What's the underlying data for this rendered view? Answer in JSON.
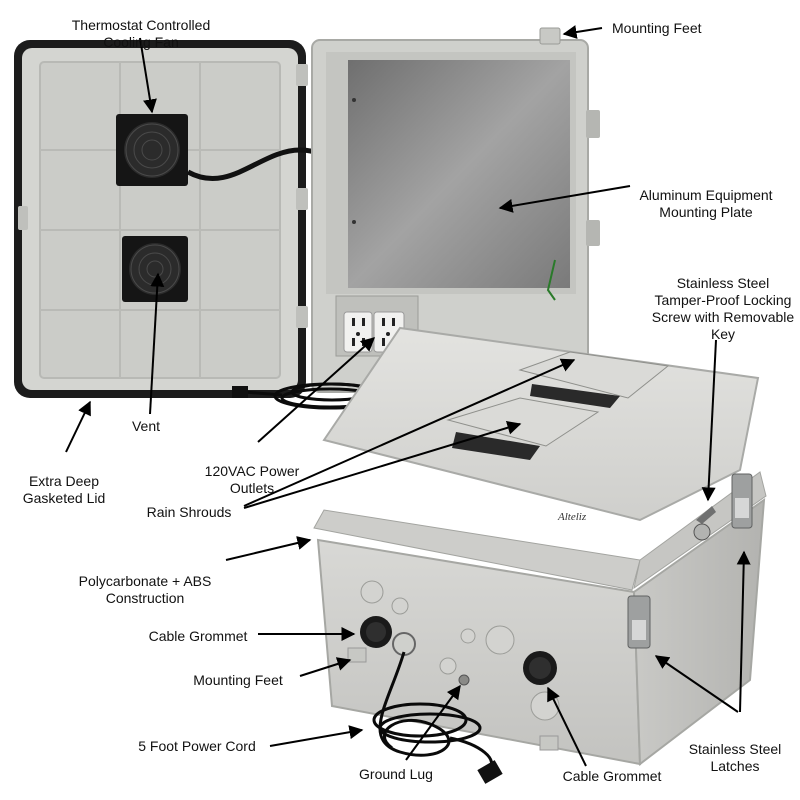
{
  "labels": {
    "thermostat_fan": [
      "Thermostat Controlled",
      "Cooling Fan"
    ],
    "mounting_feet_top": "Mounting Feet",
    "aluminum_plate": [
      "Aluminum Equipment",
      "Mounting Plate"
    ],
    "locking_screw": [
      "Stainless Steel",
      "Tamper-Proof Locking",
      "Screw with Removable",
      "Key"
    ],
    "vent": "Vent",
    "extra_deep_lid": [
      "Extra Deep",
      "Gasketed Lid"
    ],
    "power_outlets": [
      "120VAC Power",
      "Outlets"
    ],
    "rain_shrouds": "Rain Shrouds",
    "polycarbonate": [
      "Polycarbonate + ABS",
      "Construction"
    ],
    "cable_grommet_left": "Cable Grommet",
    "mounting_feet_bottom": "Mounting Feet",
    "power_cord": "5 Foot Power Cord",
    "ground_lug": "Ground Lug",
    "cable_grommet_right": "Cable Grommet",
    "latches": [
      "Stainless Steel",
      "Latches"
    ]
  },
  "brand_logo": "Alteliz",
  "colors": {
    "enclosure": "#d9d9d6",
    "enclosure_shadow": "#a9aaa7",
    "lid_interior": "#cfd0cc",
    "gasket": "#1a1a1a",
    "fan": "#161616",
    "plate": "#8c8c8c",
    "arrow": "#000000"
  }
}
